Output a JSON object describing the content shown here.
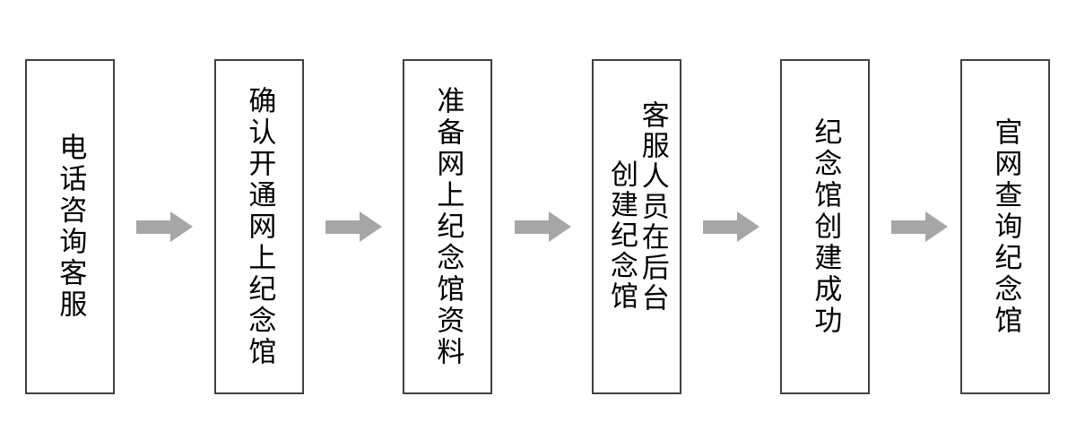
{
  "diagram": {
    "type": "flowchart",
    "orientation": "horizontal-left-to-right",
    "text_direction": "vertical-rl",
    "colors": {
      "box_border": "#404040",
      "box_fill": "#ffffff",
      "text": "#000000",
      "arrow": "#a6a6a6",
      "background": "#ffffff"
    },
    "nodes": [
      {
        "id": "node-1",
        "step": 1,
        "full_text": "电话咨询客服",
        "columns": [
          "电话咨询客服"
        ]
      },
      {
        "id": "node-2",
        "step": 2,
        "full_text": "确认开通网上纪念馆",
        "columns": [
          "确认开通网上纪念馆"
        ]
      },
      {
        "id": "node-3",
        "step": 3,
        "full_text": "准备网上纪念馆资料",
        "columns": [
          "准备网上纪念馆资料"
        ]
      },
      {
        "id": "node-4",
        "step": 4,
        "full_text": "客服人员在后台创建纪念馆",
        "columns": [
          "客服人员在后台",
          "创建纪念馆"
        ]
      },
      {
        "id": "node-5",
        "step": 5,
        "full_text": "纪念馆创建成功",
        "columns": [
          "纪念馆创建成功"
        ]
      },
      {
        "id": "node-6",
        "step": 6,
        "full_text": "官网查询纪念馆",
        "columns": [
          "官网查询纪念馆"
        ]
      }
    ],
    "connectors": [
      {
        "id": "arrow-1",
        "from": "node-1",
        "to": "node-2",
        "glyph": "right-arrow"
      },
      {
        "id": "arrow-2",
        "from": "node-2",
        "to": "node-3",
        "glyph": "right-arrow"
      },
      {
        "id": "arrow-3",
        "from": "node-3",
        "to": "node-4",
        "glyph": "right-arrow"
      },
      {
        "id": "arrow-4",
        "from": "node-4",
        "to": "node-5",
        "glyph": "right-arrow"
      },
      {
        "id": "arrow-5",
        "from": "node-5",
        "to": "node-6",
        "glyph": "right-arrow"
      }
    ]
  }
}
